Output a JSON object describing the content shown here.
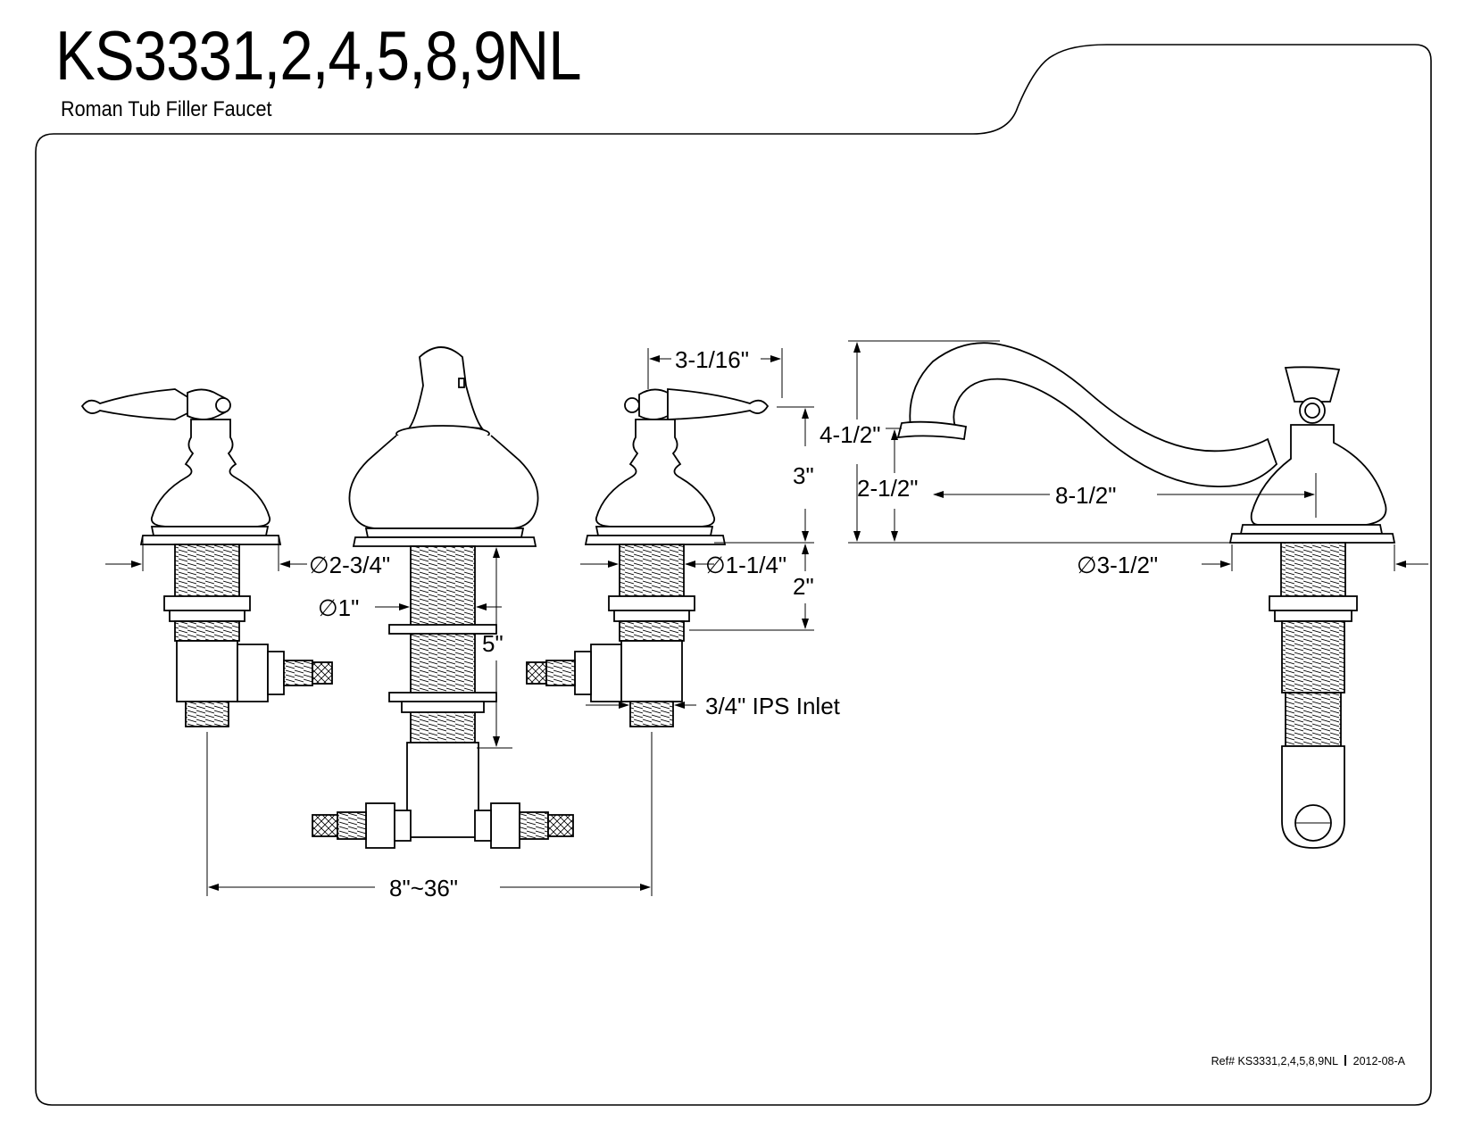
{
  "header": {
    "title": "KS3331,2,4,5,8,9NL",
    "subtitle": "Roman Tub Filler Faucet"
  },
  "dimensions": {
    "handle_base_dia": "∅2-3/4\"",
    "spout_shank_dia": "∅1\"",
    "valve_base_dia": "∅1-1/4\"",
    "handle_width": "3-1/16\"",
    "handle_height": "3\"",
    "shank_length_valve": "2\"",
    "shank_length_spout": "5\"",
    "inlet": "3/4\" IPS Inlet",
    "centers": "8\"~36\"",
    "spout_height": "4-1/2\"",
    "spout_outlet_height": "2-1/2\"",
    "spout_reach": "8-1/2\"",
    "spout_base_dia": "∅3-1/2\""
  },
  "footer": {
    "ref": "Ref# KS3331,2,4,5,8,9NL",
    "revision": "2012-08-A"
  }
}
